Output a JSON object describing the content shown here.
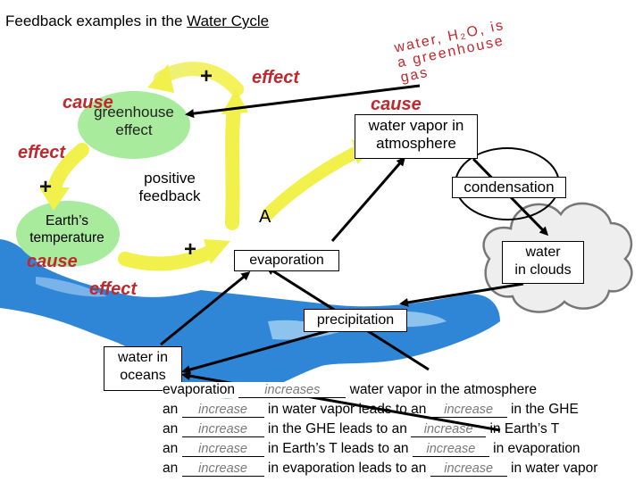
{
  "title": {
    "prefix": "Feedback examples in the ",
    "link": "Water Cycle"
  },
  "colors": {
    "red_text": "#c0282d",
    "green_bubble": "#a8eb9c",
    "yellow_arrow": "#f2f04a",
    "blue_water": "#2f86d6"
  },
  "icons": {
    "arrow": "black-arrow",
    "cycle_arrow": "yellow-arrow",
    "cloud": "cloud-shape"
  },
  "labels": {
    "cause_greenhouse": "cause",
    "effect_left": "effect",
    "cause_temperature": "cause",
    "effect_bottom": "effect",
    "effect_top": "effect",
    "cause_water_vapor": "cause",
    "curved_note": "water, H₂O, is a greenhouse gas",
    "greenhouse_line1": "greenhouse",
    "greenhouse_line2": "effect",
    "water_vapor_line1": "water vapor in",
    "water_vapor_line2": "atmosphere",
    "positive_line1": "positive",
    "positive_line2": "feedback",
    "earth_line1": "Earth’s",
    "earth_line2": "temperature",
    "condensation": "condensation",
    "water_clouds_line1": "water",
    "water_clouds_line2": "in clouds",
    "evaporation": "evaporation",
    "precipitation": "precipitation",
    "water_oceans_line1": "water in",
    "water_oceans_line2": "oceans",
    "letter_a": "A",
    "plus_top": "+",
    "plus_left": "+",
    "plus_bottom": "+"
  },
  "sentences": [
    {
      "a": "evaporation ",
      "b1": "increases",
      "c": " water vapor in the atmosphere"
    },
    {
      "a": "an ",
      "b1": "increase",
      "c": " in water vapor leads to an ",
      "b2": "increase",
      "d": " in the GHE"
    },
    {
      "a": "an ",
      "b1": "increase",
      "c": " in the GHE leads to an ",
      "b2": "increase",
      "d": " in Earth’s T"
    },
    {
      "a": "an ",
      "b1": "increase",
      "c": " in Earth’s T leads to an ",
      "b2": "increase",
      "d": " in evaporation"
    },
    {
      "a": "an ",
      "b1": "increase",
      "c": " in evaporation leads to an ",
      "b2": "increase",
      "d": " in water vapor"
    }
  ]
}
